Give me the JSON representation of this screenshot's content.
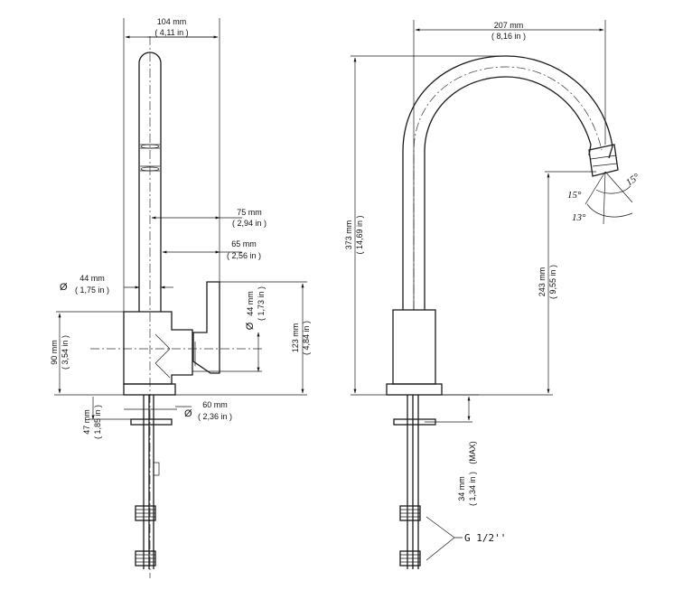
{
  "side_view": {
    "top_width": {
      "mm": "104 mm",
      "in": "( 4,11 in )"
    },
    "spout_reach": {
      "mm": "75 mm",
      "in": "( 2,94 in )"
    },
    "lever_reach": {
      "mm": "65 mm",
      "in": "( 2,56 in )"
    },
    "spout_diameter": {
      "symbol": "Ø",
      "mm": "44 mm",
      "in": "( 1,75 in )"
    },
    "lever_diameter": {
      "symbol": "Ø",
      "mm": "44 mm",
      "in": "( 1,73 in )"
    },
    "body_height": {
      "mm": "90 mm",
      "in": "( 3,54 in )"
    },
    "lever_height": {
      "mm": "123 mm",
      "in": "( 4,84 in )"
    },
    "shank_length": {
      "mm": "47 mm",
      "in": "( 1,85 in )"
    },
    "base_diameter": {
      "symbol": "Ø",
      "mm": "60 mm",
      "in": "( 2,36 in )"
    }
  },
  "front_view": {
    "reach": {
      "mm": "207 mm",
      "in": "( 8,16 in )"
    },
    "total_height": {
      "mm": "373 mm",
      "in": "( 14,69 in )"
    },
    "spout_height": {
      "mm": "243 mm",
      "in": "( 9,55 in )"
    },
    "counter_thickness": {
      "mm": "34 mm",
      "in": "( 1,34 in )",
      "note": "(MAX)"
    },
    "angle_upper": "15°",
    "angle_left": "15°",
    "angle_lower": "13°",
    "thread": "G 1/2''"
  }
}
